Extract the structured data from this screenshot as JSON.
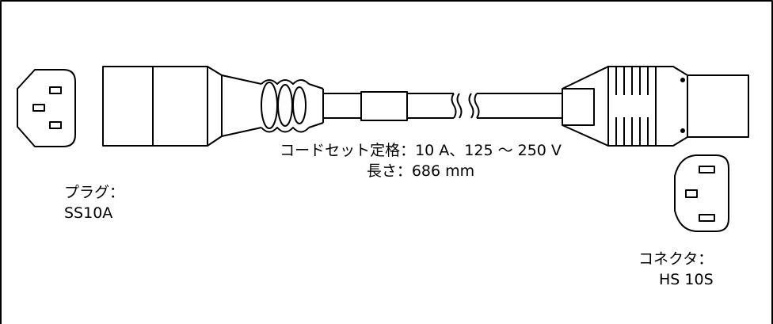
{
  "cord": {
    "rating": "コードセット定格：10 A、125 ～ 250 V",
    "length": "長さ：686 mm"
  },
  "plug": {
    "label": "プラグ：",
    "model": "SS10A"
  },
  "connector": {
    "label": "コネクタ：",
    "model": "HS 10S"
  },
  "colors": {
    "line": "#000000",
    "background": "#ffffff"
  }
}
